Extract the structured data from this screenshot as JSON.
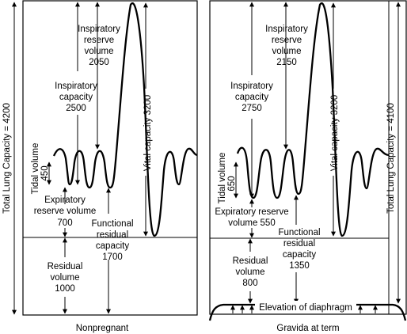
{
  "left_panel": {
    "caption": "Nonpregnant",
    "total_lung_capacity": "Total Lung Capacity = 4200",
    "inspiratory_reserve": [
      "Inspiratory",
      "reserve",
      "volume",
      "2050"
    ],
    "inspiratory_capacity": [
      "Inspiratory",
      "capacity",
      "2500"
    ],
    "tidal_volume": [
      "Tidal volume",
      "450"
    ],
    "expiratory_reserve": [
      "Expiratory",
      "reserve volume",
      "700"
    ],
    "functional_residual": [
      "Functional",
      "residual",
      "capacity",
      "1700"
    ],
    "residual_volume": [
      "Residual",
      "volume",
      "1000"
    ],
    "vital_capacity": "Vital capacity 3200"
  },
  "right_panel": {
    "caption": "Gravida at term",
    "total_lung_capacity": "Total Lung Capacity = 4100",
    "inspiratory_reserve": [
      "Inspiratory",
      "reserve",
      "volume",
      "2150"
    ],
    "inspiratory_capacity": [
      "Inspiratory",
      "capacity",
      "2750"
    ],
    "tidal_volume": [
      "Tidal volume",
      "650"
    ],
    "expiratory_reserve": [
      "Expiratory reserve",
      "volume 550"
    ],
    "functional_residual": [
      "Functional",
      "residual",
      "capacity",
      "1350"
    ],
    "residual_volume": [
      "Residual",
      "volume",
      "800"
    ],
    "vital_capacity": "Vital capacity 3200",
    "diaphragm": "Elevation of diaphragm"
  }
}
